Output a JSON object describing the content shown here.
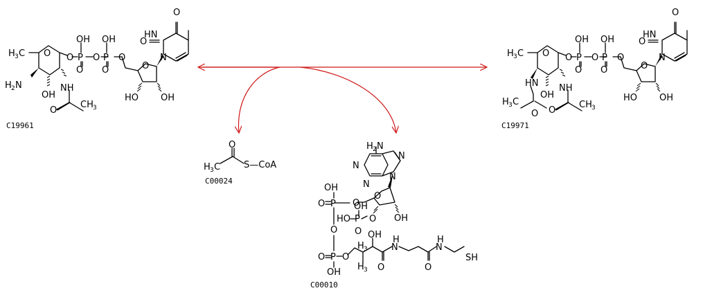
{
  "compounds": [
    {
      "id": "C19961"
    },
    {
      "id": "C19971"
    },
    {
      "id": "C00024"
    },
    {
      "id": "C00010"
    }
  ],
  "atoms": {
    "O": "O",
    "OH": "OH",
    "HO": "HO",
    "P": "P",
    "N": "N",
    "HN": "HN",
    "NH": "NH",
    "H2N_H": "H",
    "H2N_sub": "2",
    "H2N_N": "N",
    "H2N_top_N": "N",
    "H2N_top_H": "H",
    "CH3_C": "CH",
    "CH3_sub": "3",
    "H3C_H": "H",
    "H3C_sub": "3",
    "H3C_C": "C",
    "S_CoA": "S—CoA",
    "SH": "SH",
    "S": "S"
  },
  "colors": {
    "arrow": "#d01818",
    "bond": "#000000"
  }
}
